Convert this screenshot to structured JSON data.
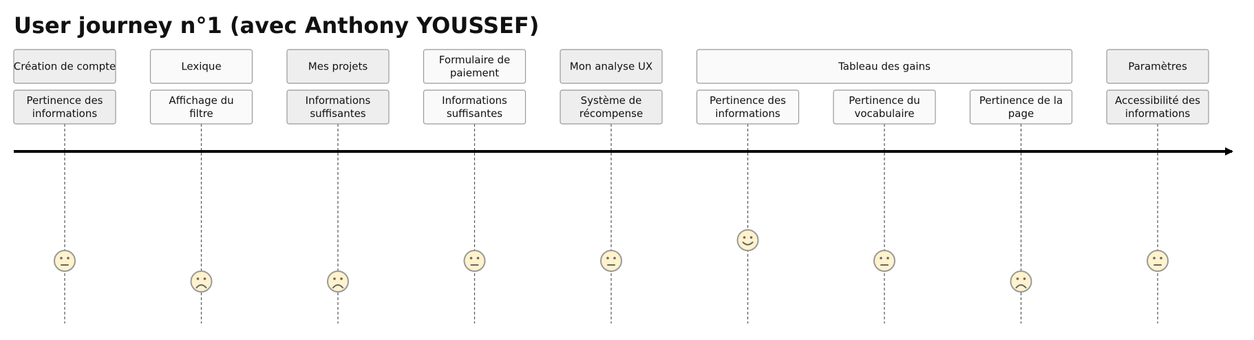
{
  "title": "User journey n°1 (avec Anthony YOUSSEF)",
  "colors": {
    "section_fill": "#eeeeee",
    "section_fill_light": "#fafafa",
    "box_stroke": "#999999",
    "timeline": "#000000",
    "dashed": "#555555",
    "face_fill": "#fff2cc",
    "face_stroke": "#999999",
    "text": "#111111"
  },
  "sections": [
    {
      "label": "Création de compte",
      "style": "gray",
      "task_count": 1
    },
    {
      "label": "Lexique",
      "style": "light",
      "task_count": 1
    },
    {
      "label": "Mes projets",
      "style": "gray",
      "task_count": 1
    },
    {
      "label": "Formulaire de paiement",
      "style": "light",
      "task_count": 1
    },
    {
      "label": "Mon analyse UX",
      "style": "gray",
      "task_count": 1
    },
    {
      "label": "Tableau des gains",
      "style": "light",
      "task_count": 3
    },
    {
      "label": "Paramètres",
      "style": "gray",
      "task_count": 1
    }
  ],
  "tasks": [
    {
      "label": "Pertinence des informations",
      "style": "gray",
      "mood": "neutral"
    },
    {
      "label": "Affichage du filtre",
      "style": "light",
      "mood": "sad"
    },
    {
      "label": "Informations suffisantes",
      "style": "gray",
      "mood": "sad"
    },
    {
      "label": "Informations suffisantes",
      "style": "light",
      "mood": "neutral"
    },
    {
      "label": "Système de récompense",
      "style": "gray",
      "mood": "neutral"
    },
    {
      "label": "Pertinence des informations",
      "style": "light",
      "mood": "happy"
    },
    {
      "label": "Pertinence du vocabulaire",
      "style": "light",
      "mood": "neutral"
    },
    {
      "label": "Pertinence de la page",
      "style": "light",
      "mood": "sad"
    },
    {
      "label": "Accessibilité des informations",
      "style": "gray",
      "mood": "neutral"
    }
  ]
}
